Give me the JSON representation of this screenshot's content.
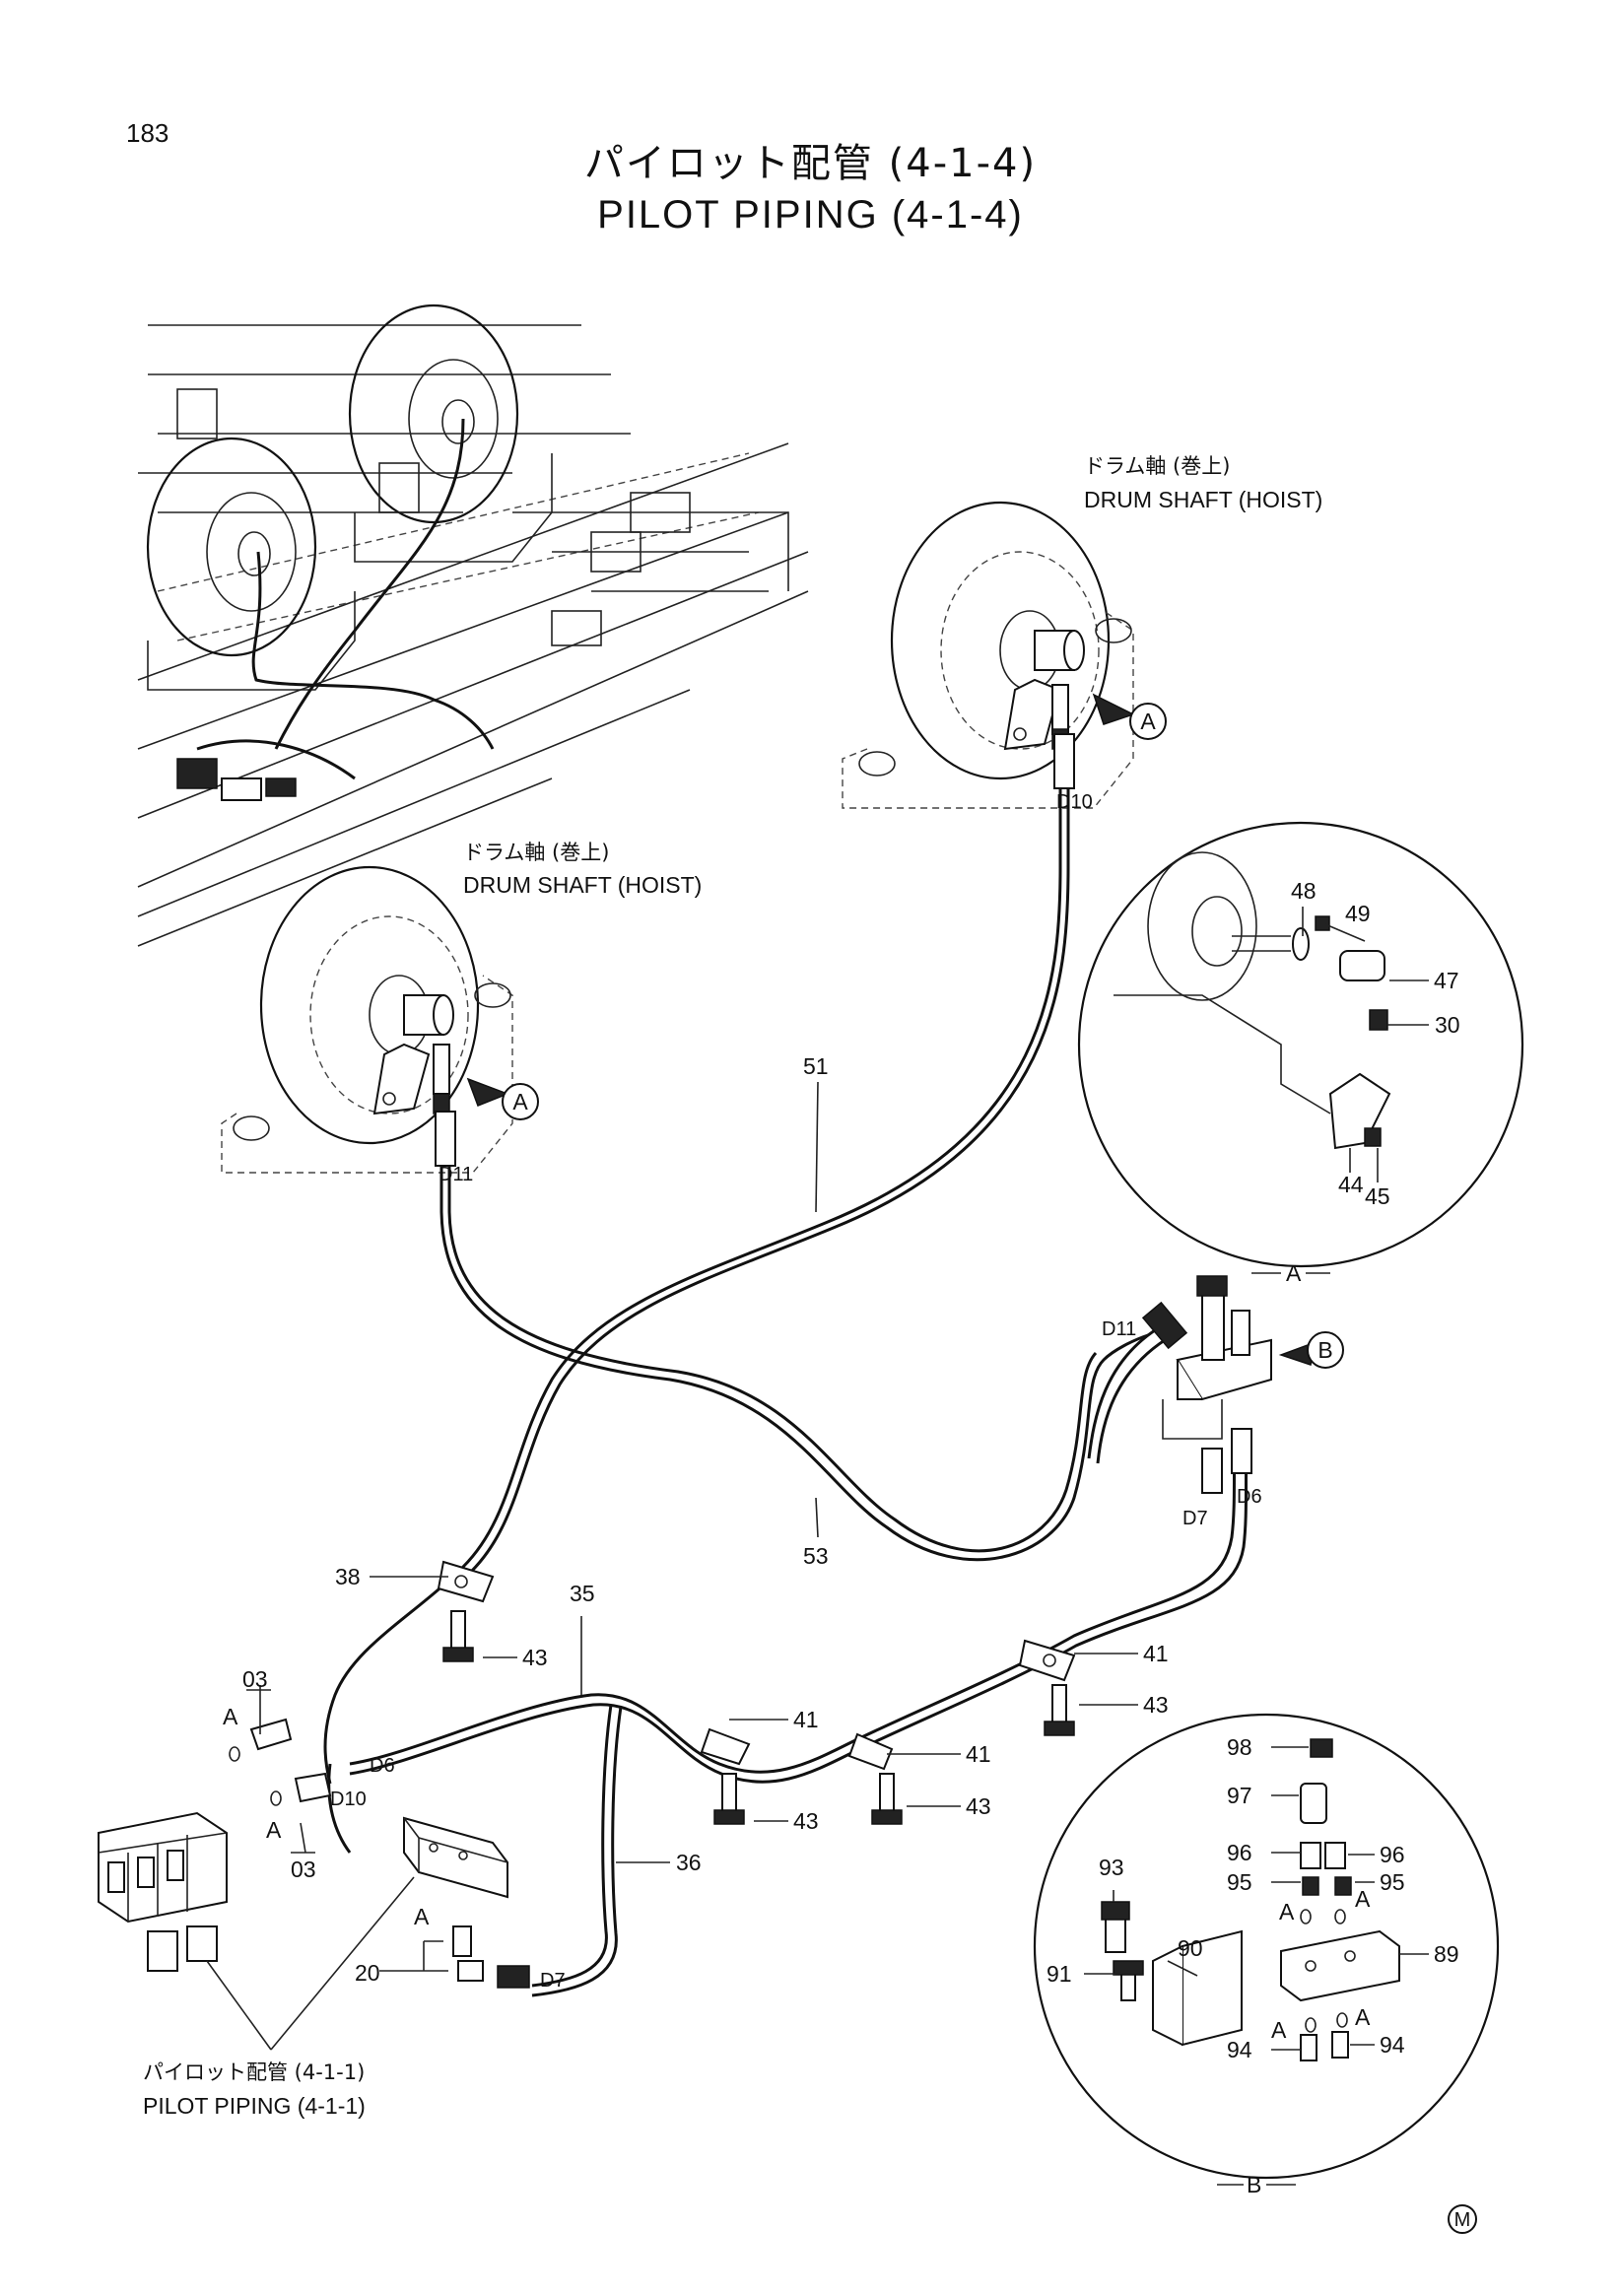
{
  "page_number": "183",
  "title": {
    "jp": "パイロット配管 (4-1-4)",
    "en": "PILOT PIPING (4-1-4)"
  },
  "captions": {
    "drum_shaft_upper_jp": "ドラム軸 (巻上)",
    "drum_shaft_upper_en": "DRUM SHAFT (HOIST)",
    "drum_shaft_lower_jp": "ドラム軸 (巻上)",
    "drum_shaft_lower_en": "DRUM SHAFT (HOIST)",
    "pilot_ref_jp": "パイロット配管 (4-1-1)",
    "pilot_ref_en": "PILOT PIPING (4-1-1)"
  },
  "view_markers": {
    "a": "A",
    "b": "B",
    "m": "M"
  },
  "hose_codes": {
    "d10": "D10",
    "d11": "D11",
    "d6": "D6",
    "d7": "D7"
  },
  "part_numbers": {
    "p03": "03",
    "p20": "20",
    "p30": "30",
    "p35": "35",
    "p36": "36",
    "p38": "38",
    "p41": "41",
    "p43": "43",
    "p44": "44",
    "p45": "45",
    "p47": "47",
    "p48": "48",
    "p49": "49",
    "p51": "51",
    "p53": "53",
    "p89": "89",
    "p90": "90",
    "p91": "91",
    "p93": "93",
    "p94": "94",
    "p95": "95",
    "p96": "96",
    "p97": "97",
    "p98": "98"
  }
}
